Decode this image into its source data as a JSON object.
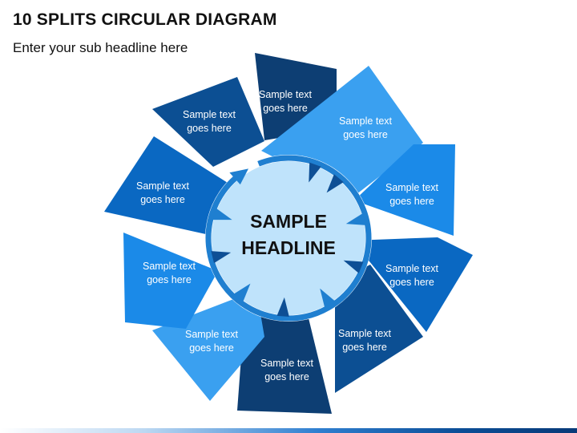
{
  "title": "10 SPLITS CIRCULAR DIAGRAM",
  "subtitle": "Enter your sub headline here",
  "center": {
    "line1": "SAMPLE",
    "line2": "HEADLINE"
  },
  "segments": [
    {
      "line1": "Sample text",
      "line2": "goes here",
      "color": "#0d3e73"
    },
    {
      "line1": "Sample text",
      "line2": "goes here",
      "color": "#3aa0f0"
    },
    {
      "line1": "Sample text",
      "line2": "goes here",
      "color": "#1b8ae8"
    },
    {
      "line1": "Sample text",
      "line2": "goes here",
      "color": "#0a68c2"
    },
    {
      "line1": "Sample text",
      "line2": "goes here",
      "color": "#0c4f93"
    },
    {
      "line1": "Sample text",
      "line2": "goes here",
      "color": "#0d3e73"
    },
    {
      "line1": "Sample text",
      "line2": "goes here",
      "color": "#3aa0f0"
    },
    {
      "line1": "Sample text",
      "line2": "goes here",
      "color": "#1b8ae8"
    },
    {
      "line1": "Sample text",
      "line2": "goes here",
      "color": "#0a68c2"
    },
    {
      "line1": "Sample text",
      "line2": "goes here",
      "color": "#0c4f93"
    }
  ],
  "colors": {
    "circle_fill": "#bfe3fb",
    "ring": "#1f7fd0",
    "ring_dark": "#0e4f95"
  }
}
